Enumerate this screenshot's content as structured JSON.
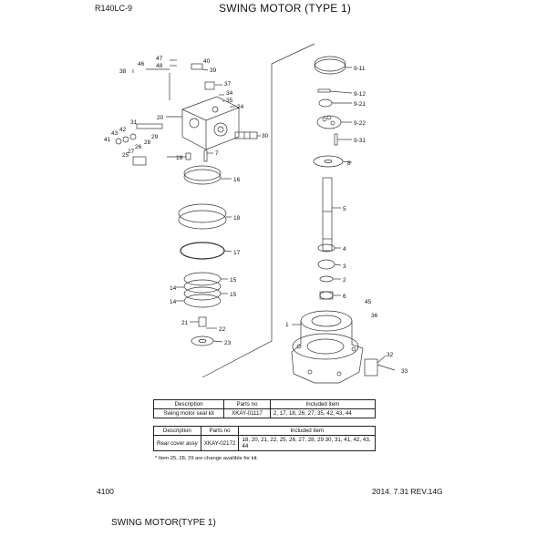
{
  "header": {
    "model": "R140LC-9",
    "title": "SWING MOTOR (TYPE 1)"
  },
  "diagram": {
    "callouts": [
      "9-11",
      "9-12",
      "9-21",
      "9-22",
      "9-31",
      "8",
      "5",
      "4",
      "3",
      "2",
      "6",
      "45",
      "36",
      "1",
      "32",
      "33",
      "40",
      "39",
      "37",
      "34",
      "35",
      "24",
      "30",
      "46",
      "47",
      "48",
      "38",
      "31",
      "20",
      "41",
      "43",
      "42",
      "26",
      "28",
      "29",
      "25",
      "27",
      "19",
      "7",
      "16",
      "18",
      "17",
      "15",
      "14",
      "21",
      "22",
      "23"
    ]
  },
  "kits": {
    "headers": {
      "description": "Description",
      "parts_no": "Parts no",
      "included": "Included item"
    },
    "rows": [
      {
        "description": "Swing motor seal kit",
        "parts_no": "XKAY-01117",
        "included": "2, 17, 18, 26, 27, 35, 42, 43, 44"
      },
      {
        "description": "Rear cover assy",
        "parts_no": "XKAY-02172",
        "included": "18, 20, 21, 22, 25, 26, 27, 28, 29 30, 31, 41, 42, 43, 44"
      }
    ],
    "note": "* Item 25, 28, 29 are change availible for kit."
  },
  "footer": {
    "page": "4100",
    "date": "2014. 7.31  REV.14G",
    "caption": "SWING MOTOR(TYPE 1)"
  }
}
